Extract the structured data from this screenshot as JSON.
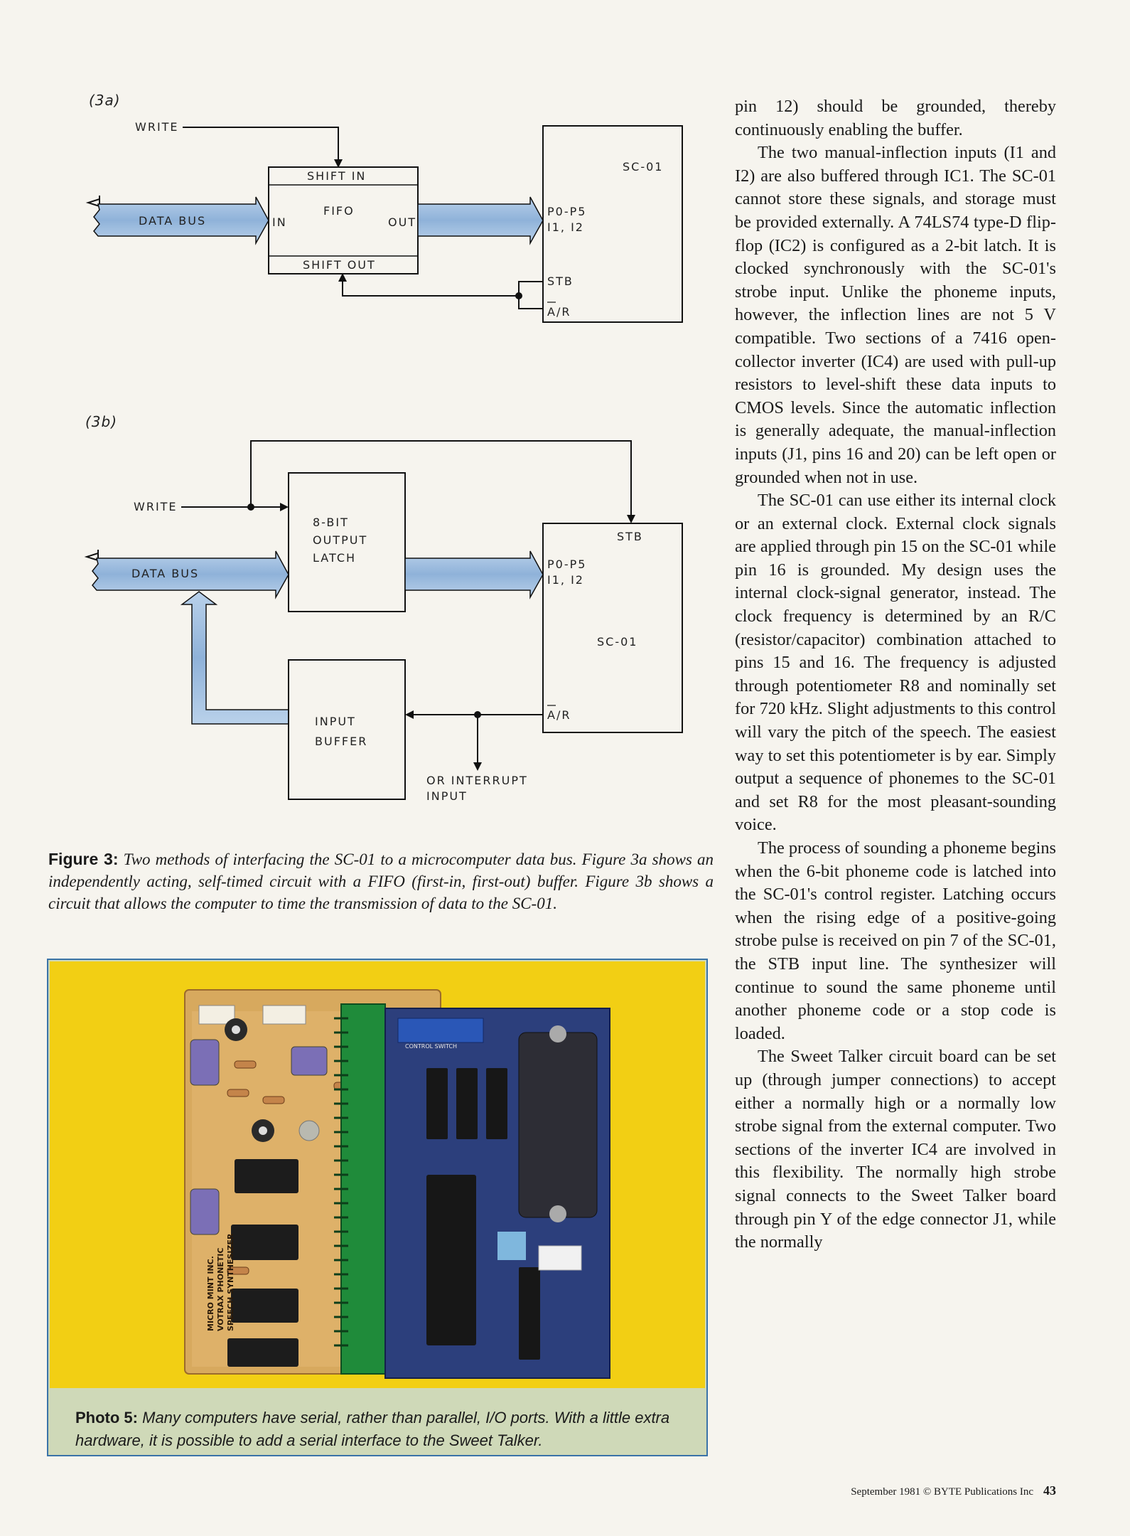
{
  "diagram": {
    "fig3a": {
      "label": "(3a)",
      "write": "WRITE",
      "data_bus": "DATA BUS",
      "shift_in": "SHIFT IN",
      "fifo": "FIFO",
      "in": "IN",
      "out": "OUT",
      "shift_out": "SHIFT OUT",
      "chip": "SC-01",
      "pins": "P0-P5",
      "inflect": "I1, I2",
      "stb": "STB",
      "ar": "A/R"
    },
    "fig3b": {
      "label": "(3b)",
      "write": "WRITE",
      "data_bus": "DATA BUS",
      "latch_l1": "8-BIT",
      "latch_l2": "OUTPUT",
      "latch_l3": "LATCH",
      "stb": "STB",
      "pins": "P0-P5",
      "inflect": "I1, I2",
      "chip": "SC-01",
      "ar": "A/R",
      "buffer_l1": "INPUT",
      "buffer_l2": "BUFFER",
      "interrupt_l1": "OR INTERRUPT",
      "interrupt_l2": "INPUT"
    }
  },
  "figure_caption": {
    "head": "Figure 3:",
    "text": " Two methods of interfacing the SC-01 to a microcomputer data bus. Figure 3a shows an independently acting, self-timed circuit with a FIFO (first-in, first-out) buffer. Figure 3b shows a circuit that allows the computer to time the transmission of data to the SC-01."
  },
  "photo": {
    "board_label_1": "MICRO MINT INC.",
    "board_label_2": "VOTRAX PHONETIC",
    "board_label_3": "SPEECH SYNTHESIZER",
    "switch_label": "CONTROL SWITCH",
    "caption_head": "Photo 5:",
    "caption_text": " Many computers have serial, rather than parallel, I/O ports. With a little extra hardware, it is possible to add a serial interface to the Sweet Talker."
  },
  "body": {
    "p1": "pin 12) should be grounded, thereby continuously enabling the buffer.",
    "p2": "The two manual-inflection inputs (I1 and I2) are also buffered through IC1. The SC-01 cannot store these signals, and storage must be provided externally. A 74LS74 type-D flip-flop (IC2) is configured as a 2-bit latch. It is clocked synchronously with the SC-01's strobe input. Unlike the phoneme inputs, however, the inflection lines are not 5 V compatible. Two sections of a 7416 open-collector inverter (IC4) are used with pull-up resistors to level-shift these data inputs to CMOS levels. Since the automatic inflection is generally adequate, the manual-inflection inputs (J1, pins 16 and 20) can be left open or grounded when not in use.",
    "p3": "The SC-01 can use either its internal clock or an external clock. External clock signals are applied through pin 15 on the SC-01 while pin 16 is grounded. My design uses the internal clock-signal generator, instead. The clock frequency is determined by an R/C (resistor/capacitor) combination attached to pins 15 and 16. The frequency is adjusted through potentiometer R8 and nominally set for 720 kHz. Slight adjustments to this control will vary the pitch of the speech. The easiest way to set this potentiometer is by ear. Simply output a sequence of phonemes to the SC-01 and set R8 for the most pleasant-sounding voice.",
    "p4": "The process of sounding a phoneme begins when the 6-bit phoneme code is latched into the SC-01's control register. Latching occurs when the rising edge of a positive-going strobe pulse is received on pin 7 of the SC-01, the STB input line. The synthesizer will continue to sound the same phoneme until another phoneme code or a stop code is loaded.",
    "p5": "The Sweet Talker circuit board can be set up (through jumper connections) to accept either a normally high or a normally low strobe signal from the external computer. Two sections of the inverter IC4 are involved in this flexibility. The normally high strobe signal connects to the Sweet Talker board through pin Y of the edge connector J1, while the normally"
  },
  "footer": {
    "text": "September 1981 © BYTE Publications Inc",
    "page": "43"
  }
}
